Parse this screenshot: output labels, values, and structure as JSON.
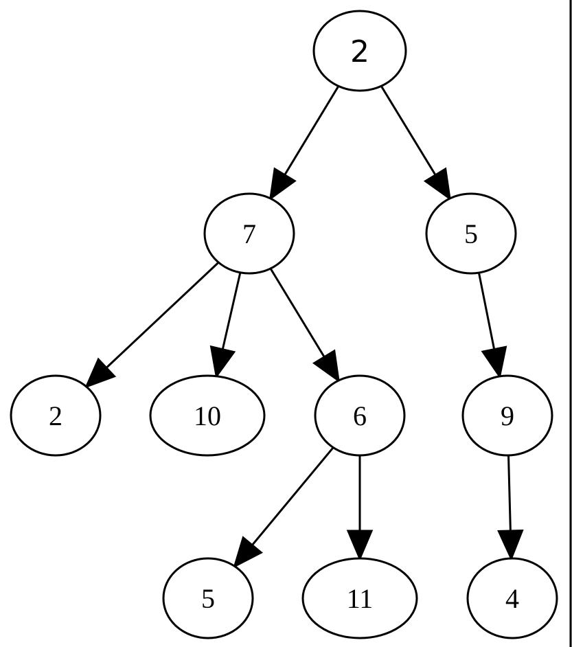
{
  "diagram": {
    "type": "tree",
    "root_style": {
      "stroke": "#a52a2a",
      "text_color": "#007a00"
    },
    "nodes": [
      {
        "id": "n0",
        "label": "2",
        "root": true
      },
      {
        "id": "n1",
        "label": "7"
      },
      {
        "id": "n2",
        "label": "5"
      },
      {
        "id": "n3",
        "label": "2"
      },
      {
        "id": "n4",
        "label": "10"
      },
      {
        "id": "n5",
        "label": "6"
      },
      {
        "id": "n6",
        "label": "9"
      },
      {
        "id": "n7",
        "label": "5"
      },
      {
        "id": "n8",
        "label": "11"
      },
      {
        "id": "n9",
        "label": "4"
      }
    ],
    "edges": [
      {
        "from": "n0",
        "to": "n1"
      },
      {
        "from": "n0",
        "to": "n2"
      },
      {
        "from": "n1",
        "to": "n3"
      },
      {
        "from": "n1",
        "to": "n4"
      },
      {
        "from": "n1",
        "to": "n5"
      },
      {
        "from": "n2",
        "to": "n6"
      },
      {
        "from": "n5",
        "to": "n7"
      },
      {
        "from": "n5",
        "to": "n8"
      },
      {
        "from": "n6",
        "to": "n9"
      }
    ]
  }
}
